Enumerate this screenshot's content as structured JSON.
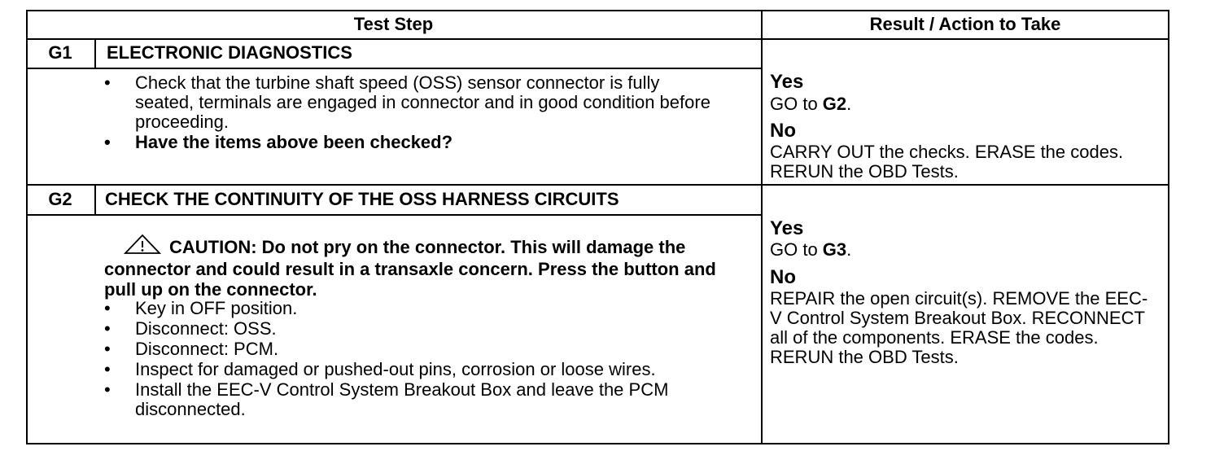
{
  "header": {
    "test_step": "Test Step",
    "result_action": "Result / Action to Take"
  },
  "steps": [
    {
      "id": "G1",
      "title": "ELECTRONIC DIAGNOSTICS",
      "bullets": [
        "Check that the turbine shaft speed (OSS) sensor connector is fully seated, terminals are engaged in connector and in good condition before proceeding.",
        "Have the items above been checked?"
      ],
      "yes_label": "Yes",
      "yes_action_prefix": "GO to ",
      "yes_action_step": "G2",
      "yes_action_suffix": ".",
      "no_label": "No",
      "no_action": "CARRY OUT the checks. ERASE the codes. RERUN the OBD Tests."
    },
    {
      "id": "G2",
      "title": "CHECK THE CONTINUITY OF THE OSS HARNESS CIRCUITS",
      "caution_icon": "warning-triangle-icon",
      "caution": "CAUTION: Do not pry on the connector. This will damage the connector and could result in a transaxle concern. Press the button and pull up on the connector.",
      "bullets": [
        "Key in OFF position.",
        "Disconnect: OSS.",
        "Disconnect: PCM.",
        "Inspect for damaged or pushed-out pins, corrosion or loose wires.",
        "Install the EEC-V Control System Breakout Box and leave the PCM disconnected."
      ],
      "yes_label": "Yes",
      "yes_action_prefix": "GO to ",
      "yes_action_step": "G3",
      "yes_action_suffix": ".",
      "no_label": "No",
      "no_action": "REPAIR the open circuit(s). REMOVE the EEC-V Control System Breakout Box. RECONNECT all of the components. ERASE the codes. RERUN the OBD Tests."
    }
  ]
}
